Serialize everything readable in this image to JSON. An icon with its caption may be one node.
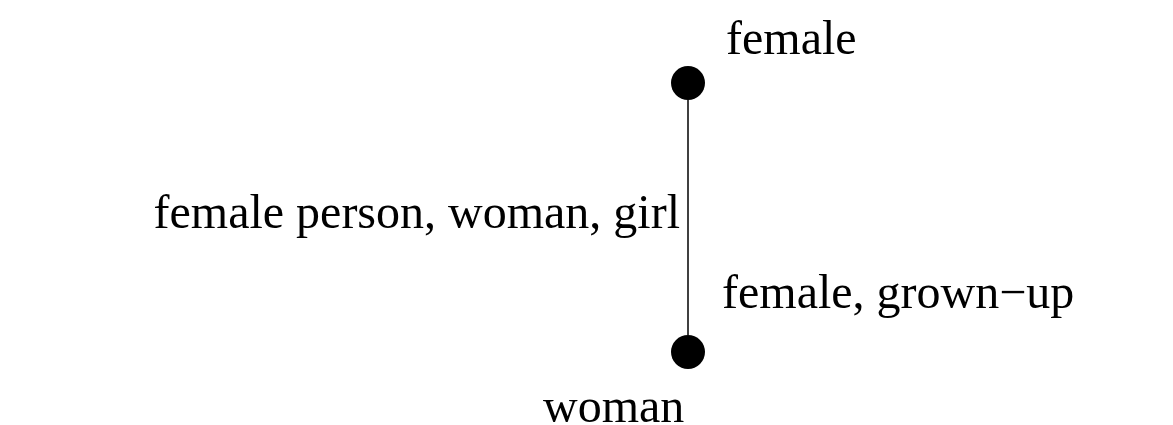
{
  "diagram": {
    "nodes": [
      {
        "text": [],
        "shape": "circle",
        "beside": [
          "female"
        ]
      },
      {
        "text": [],
        "shape": "circle",
        "beside": [
          "woman"
        ]
      }
    ],
    "edges": [
      {
        "from": 0,
        "to": 1,
        "arrow": "none",
        "label": "female person, woman, girl"
      }
    ],
    "labels": [
      "female, grown−up"
    ]
  }
}
